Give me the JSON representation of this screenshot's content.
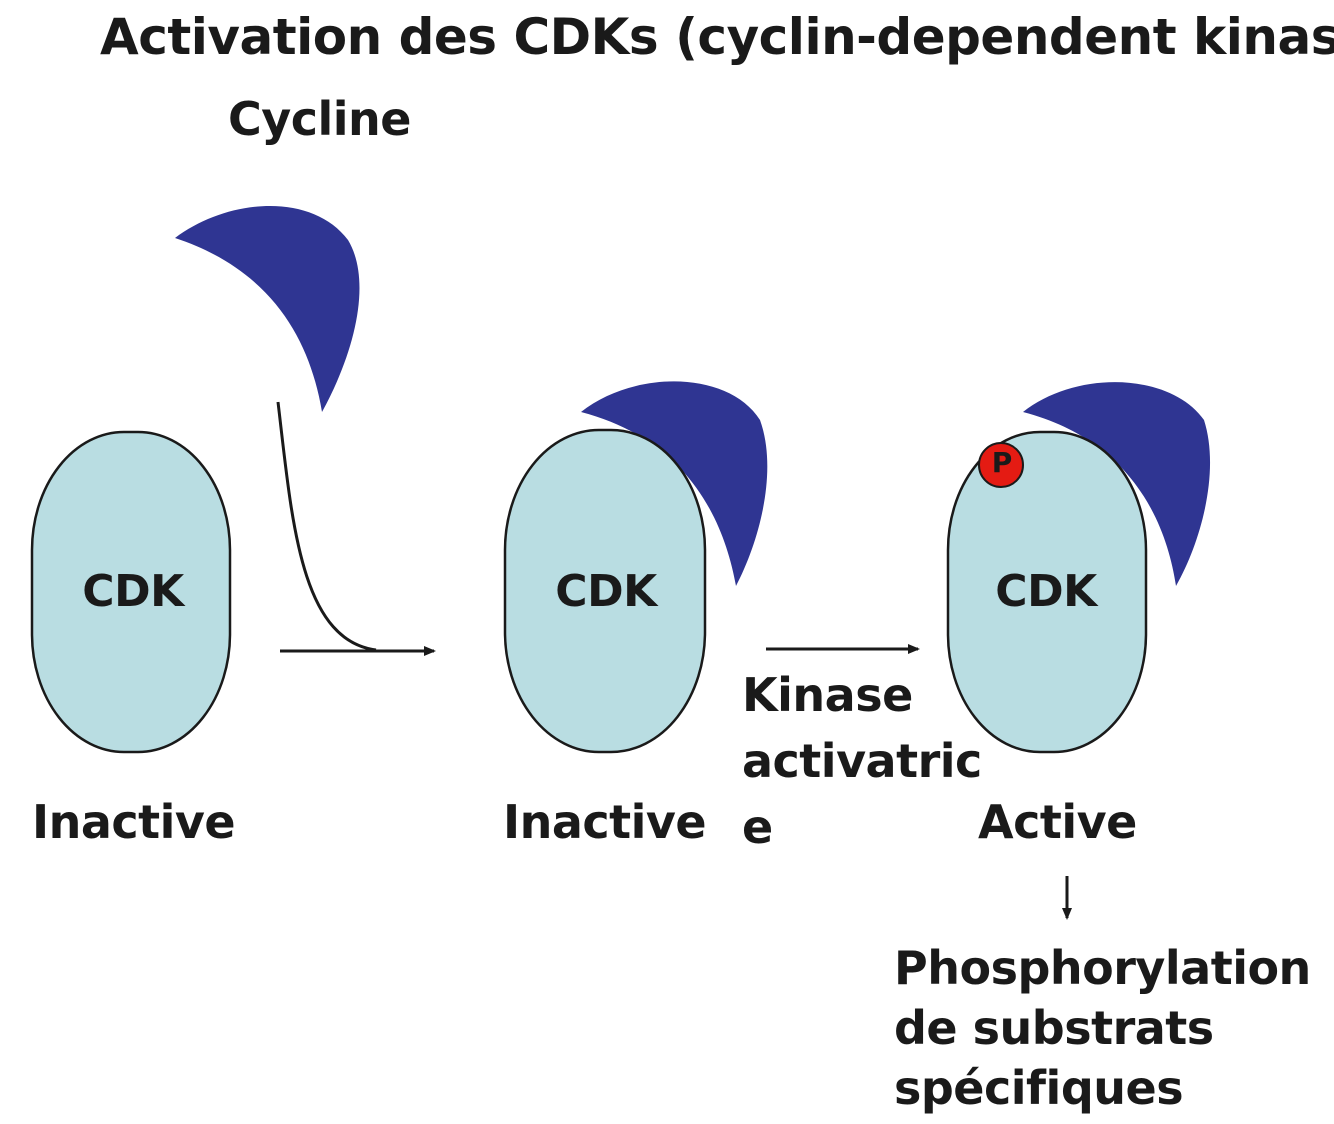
{
  "title": "Activation des CDKs (cyclin-dependent kinase)",
  "cycline_label": "Cycline",
  "cdk_labels": [
    "CDK",
    "CDK",
    "CDK"
  ],
  "states": [
    "Inactive",
    "Inactive",
    "Active"
  ],
  "kinase_label": [
    "Kinase",
    "activatric",
    "e"
  ],
  "phosphate_label": "P",
  "result_label": [
    "Phosphorylation",
    "de substrats",
    "spécifiques"
  ],
  "colors": {
    "cdk_fill": "#b9dde2",
    "cyclin_fill": "#2f3592",
    "phosphate_fill": "#e41b13",
    "outline": "#1a1a1a"
  }
}
